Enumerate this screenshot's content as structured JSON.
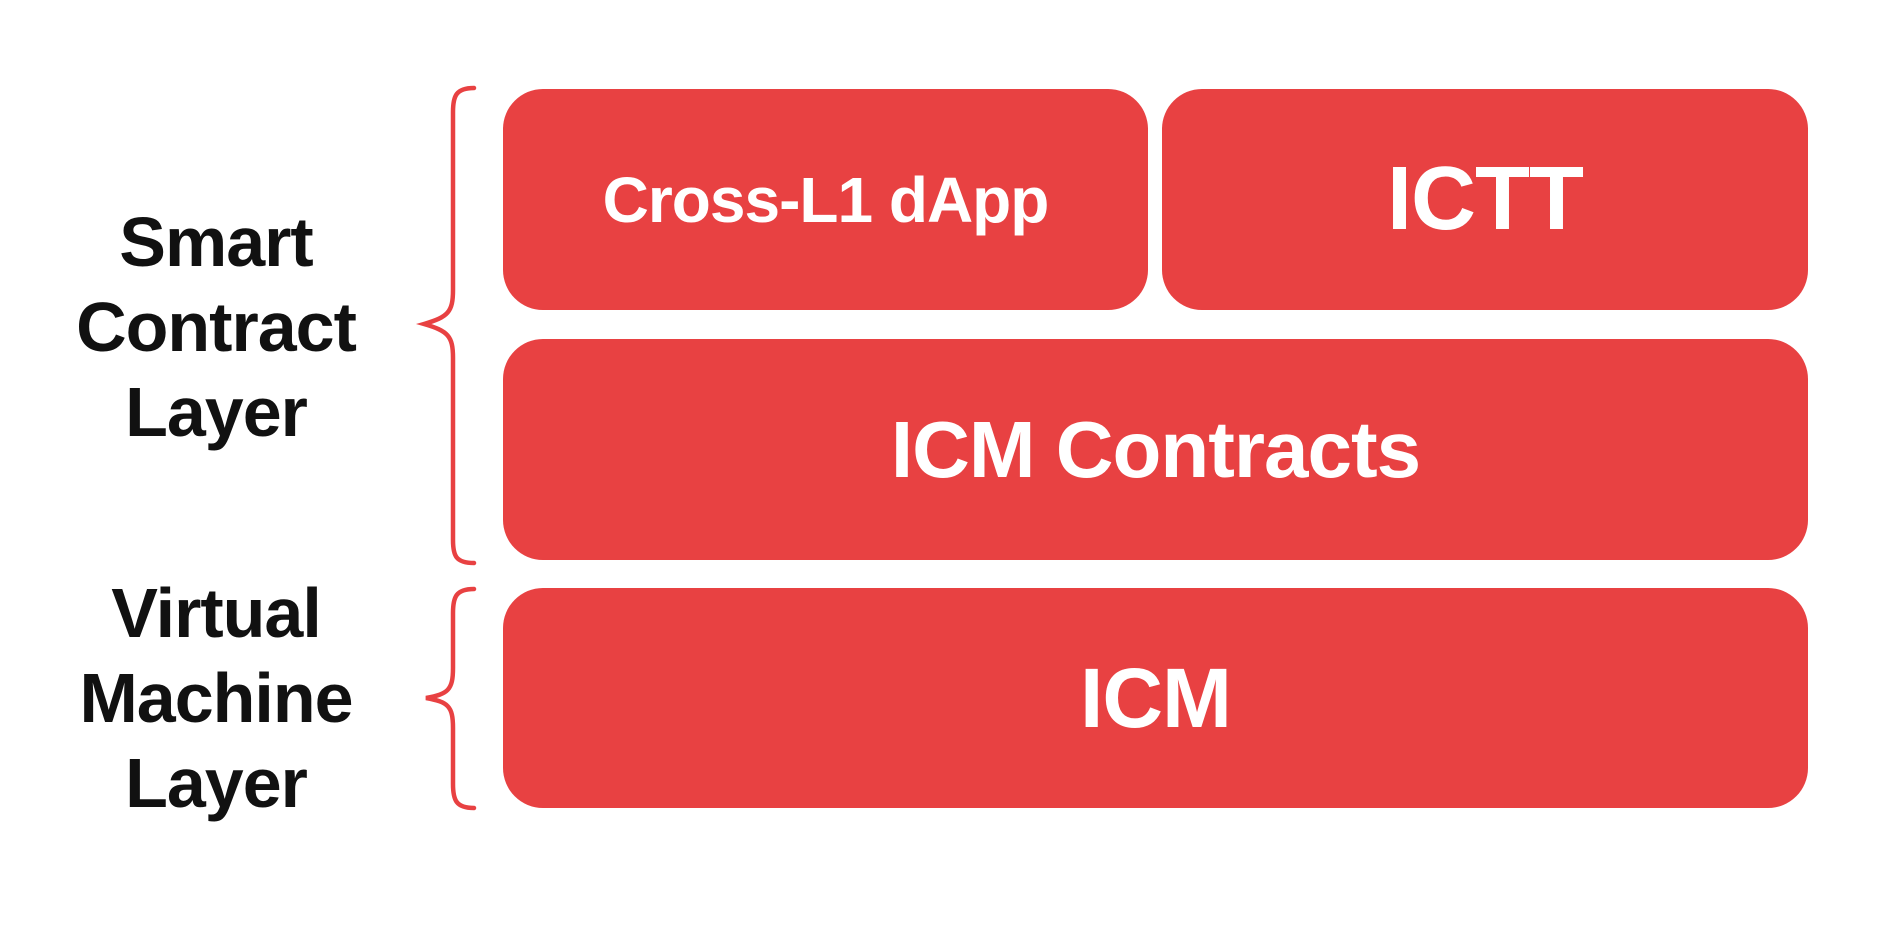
{
  "colors": {
    "background": "#ffffff",
    "box_red": "#e84142",
    "brace_red": "#e84142",
    "box_text": "#ffffff",
    "label_text": "#111111"
  },
  "layers": [
    {
      "name": "Smart Contract Layer",
      "label_lines": [
        "Smart",
        "Contract",
        "Layer"
      ],
      "boxes": [
        {
          "label": "Cross-L1 dApp"
        },
        {
          "label": "ICTT"
        },
        {
          "label": "ICM Contracts"
        }
      ]
    },
    {
      "name": "Virtual Machine Layer",
      "label_lines": [
        "Virtual",
        "Machine",
        "Layer"
      ],
      "boxes": [
        {
          "label": "ICM"
        }
      ]
    }
  ]
}
